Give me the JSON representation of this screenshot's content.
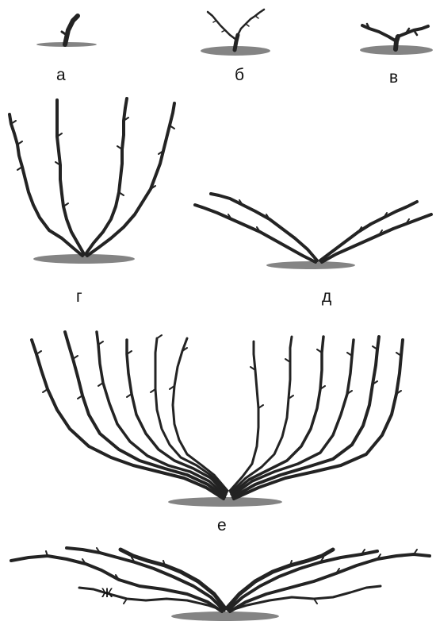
{
  "figure": {
    "panels": [
      {
        "id": "a",
        "label": "а"
      },
      {
        "id": "b",
        "label": "б"
      },
      {
        "id": "v",
        "label": "в"
      },
      {
        "id": "g",
        "label": "г"
      },
      {
        "id": "d",
        "label": "д"
      },
      {
        "id": "e",
        "label": "е"
      },
      {
        "id": "zh",
        "label": "ж"
      }
    ]
  },
  "colors": {
    "background": "#ffffff",
    "vine": "#232323",
    "ground": "#6e6e6e"
  }
}
